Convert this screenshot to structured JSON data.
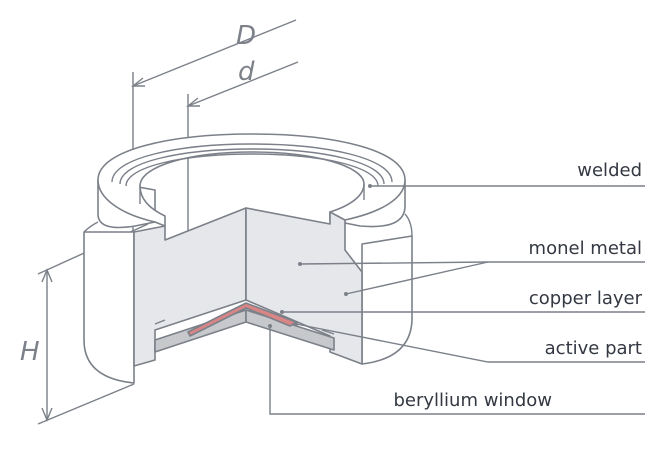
{
  "dimensions": {
    "outer_diameter": "D",
    "inner_diameter": "d",
    "height": "H"
  },
  "labels": {
    "welded": "welded",
    "monel_metal": "monel metal",
    "copper_layer": "copper layer",
    "active_part": "active part",
    "beryllium_window": "beryllium window"
  },
  "colors": {
    "outline": "#7b8089",
    "body_fill": "#ffffff",
    "cut_fill": "#e6e7ea",
    "window_fill": "#c6c8cc",
    "copper_fill": "#d98585",
    "text": "#333842"
  }
}
